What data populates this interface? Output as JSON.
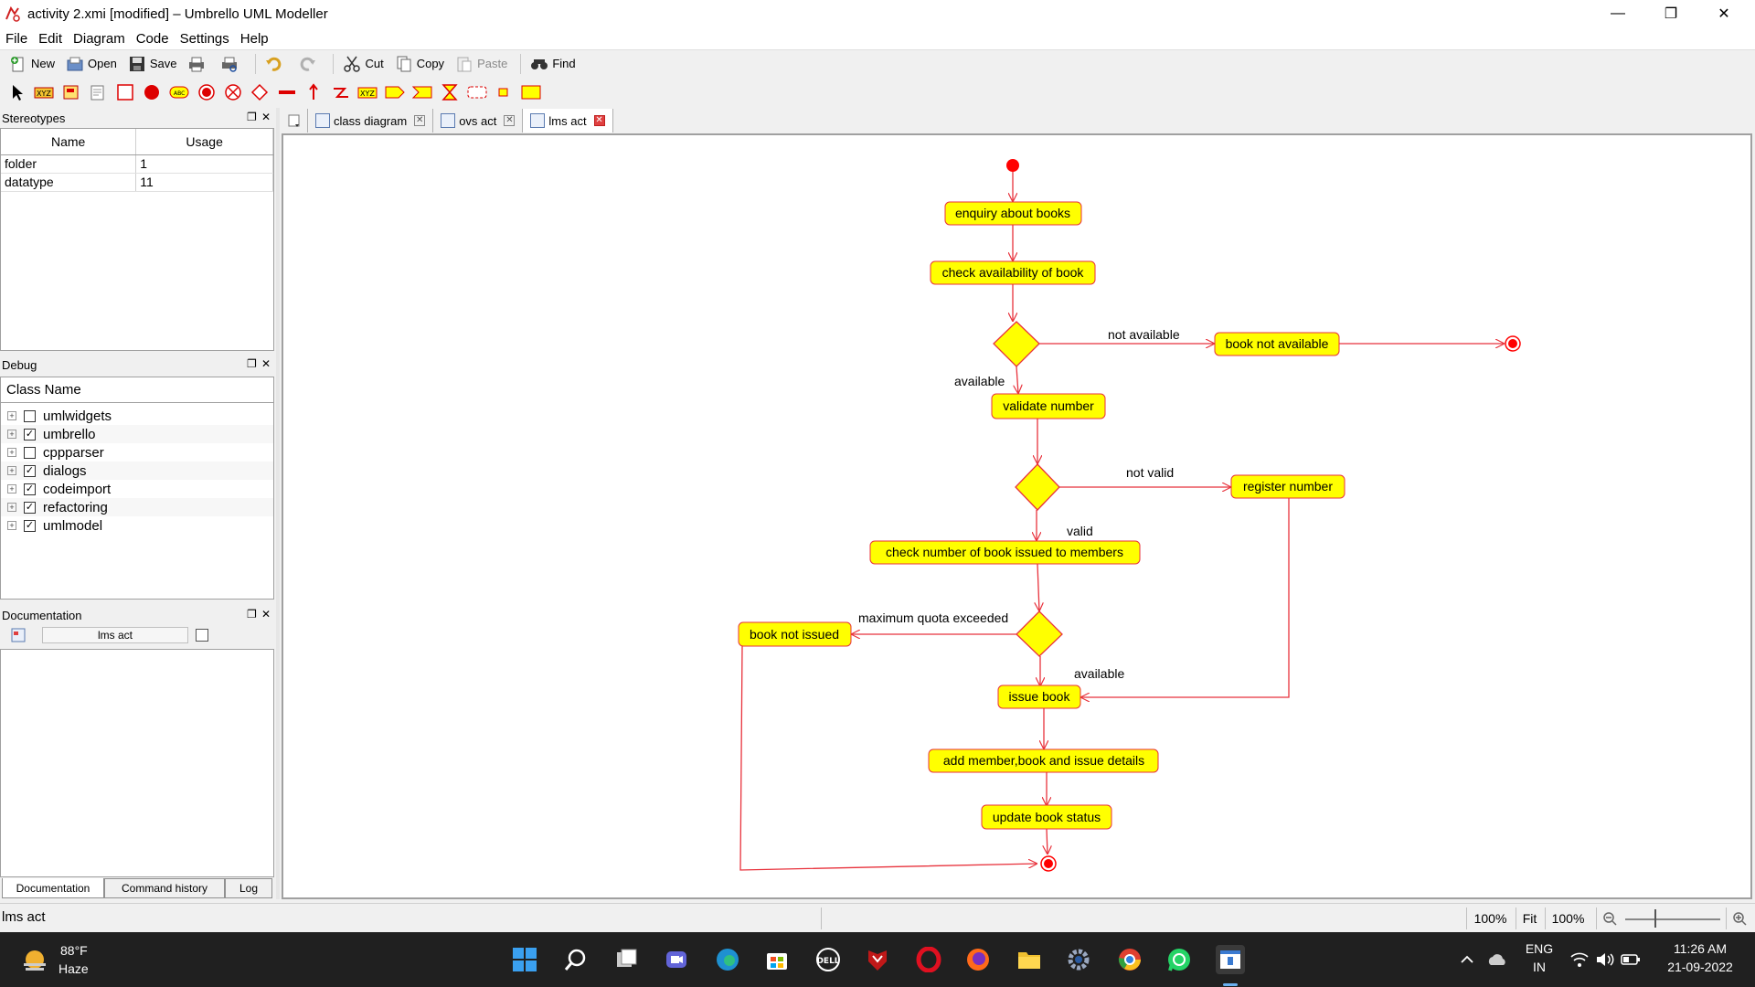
{
  "window": {
    "title": "activity 2.xmi [modified] – Umbrello UML Modeller",
    "minimize": "—",
    "maximize": "❐",
    "close": "✕"
  },
  "menu": [
    "File",
    "Edit",
    "Diagram",
    "Code",
    "Settings",
    "Help"
  ],
  "toolbar": {
    "new": "New",
    "open": "Open",
    "save": "Save",
    "cut": "Cut",
    "copy": "Copy",
    "paste": "Paste",
    "find": "Find"
  },
  "stereotypes": {
    "title": "Stereotypes",
    "col_name": "Name",
    "col_usage": "Usage",
    "rows": [
      {
        "name": "folder",
        "usage": "1"
      },
      {
        "name": "datatype",
        "usage": "11"
      }
    ]
  },
  "debug": {
    "title": "Debug",
    "header": "Class Name",
    "items": [
      {
        "label": "umlwidgets",
        "checked": false
      },
      {
        "label": "umbrello",
        "checked": true
      },
      {
        "label": "cppparser",
        "checked": false
      },
      {
        "label": "dialogs",
        "checked": true
      },
      {
        "label": "codeimport",
        "checked": true
      },
      {
        "label": "refactoring",
        "checked": true
      },
      {
        "label": "umlmodel",
        "checked": true
      }
    ]
  },
  "documentation": {
    "title": "Documentation",
    "field_value": "lms act",
    "tabs": [
      "Documentation",
      "Command history",
      "Log"
    ]
  },
  "tabs": [
    {
      "label": "class diagram",
      "active": false
    },
    {
      "label": "ovs act",
      "active": false
    },
    {
      "label": "lms act",
      "active": true
    }
  ],
  "diagram": {
    "activities": [
      "enquiry about books",
      "check availability of book",
      "book not available",
      "validate number",
      "register number",
      "check number of book issued to members",
      "book not issued",
      "issue book",
      "add member,book and issue details",
      "update book status"
    ],
    "guards": [
      "not available",
      "available",
      "not valid",
      "valid",
      "maximum quota exceeded",
      "available"
    ],
    "colors": {
      "line": "#e8323c",
      "fill": "#ffff00",
      "node": "#ff0000"
    }
  },
  "status": {
    "text": "lms act",
    "zoom": "100%",
    "fit": "Fit",
    "zoom2": "100%"
  },
  "taskbar": {
    "temperature": "88°F",
    "weather": "Haze",
    "lang1": "ENG",
    "lang2": "IN",
    "time": "11:26 AM",
    "date": "21-09-2022"
  }
}
